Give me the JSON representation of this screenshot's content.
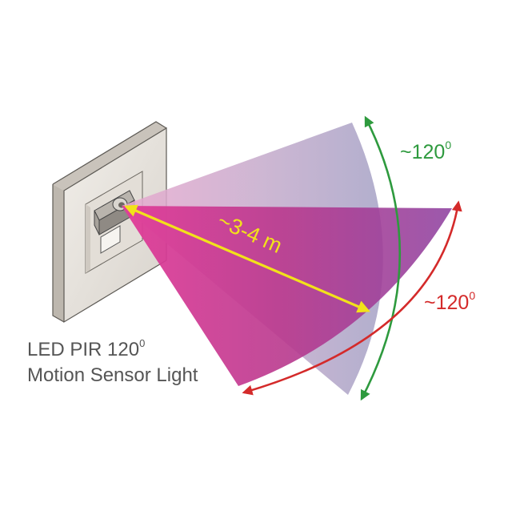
{
  "product": {
    "line1": "LED PIR 120",
    "line1_degree": "0",
    "line2": "Motion Sensor Light"
  },
  "labels": {
    "distance": "~3-4 m",
    "vertical_angle": "~120",
    "vertical_angle_degree": "0",
    "horizontal_angle": "~120",
    "horizontal_angle_degree": "0"
  },
  "colors": {
    "vertical_arrow": "#2e9a3e",
    "horizontal_arrow": "#d42a2a",
    "distance_arrow": "#f2e21a",
    "horizontal_cone": "#cc3c8c",
    "vertical_cone": "#b0a0d0",
    "wall_plate": "#e6e2dc",
    "text": "#555555"
  },
  "icons": {
    "sensor": "pir-sensor-icon",
    "vertical_arrow": "double-arrow-arc-icon",
    "horizontal_arrow": "double-arrow-arc-icon",
    "distance_arrow": "double-arrow-icon"
  }
}
